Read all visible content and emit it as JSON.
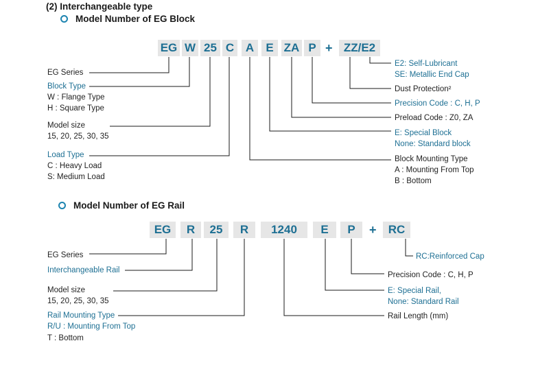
{
  "heading": "(2) Interchangeable type",
  "block": {
    "title": "Model Number of EG Block",
    "codes": [
      "EG",
      "W",
      "25",
      "C",
      "A",
      "E",
      "ZA",
      "P",
      "+",
      "ZZ/E2"
    ],
    "labels": {
      "series": "EG Series",
      "block_type": "Block Type",
      "block_type_w": "W : Flange Type",
      "block_type_h": "H : Square Type",
      "model_size": "Model size",
      "model_size_vals": "15, 20, 25, 30, 35",
      "load_type": "Load Type",
      "load_c": "C : Heavy Load",
      "load_s": "S: Medium Load",
      "e2": "E2: Self-Lubricant",
      "se": "SE: Metallic End Cap",
      "dust": "Dust Protection²",
      "precision": "Precision Code : C, H, P",
      "preload": "Preload Code : Z0, ZA",
      "e_special": "E: Special Block",
      "none_standard": "None: Standard block",
      "mounting": "Block Mounting Type",
      "mounting_a": "A : Mounting From Top",
      "mounting_b": "B : Bottom"
    }
  },
  "rail": {
    "title": "Model Number of EG Rail",
    "codes": [
      "EG",
      "R",
      "25",
      "R",
      "1240",
      "E",
      "P",
      "+",
      "RC"
    ],
    "labels": {
      "series": "EG Series",
      "interchangeable": "Interchangeable Rail",
      "model_size": "Model size",
      "model_size_vals": "15, 20, 25, 30, 35",
      "mounting": "Rail Mounting Type",
      "mounting_ru": "R/U : Mounting From Top",
      "mounting_t": "T : Bottom",
      "rc": "RC:Reinforced Cap",
      "precision": "Precision Code : C, H, P",
      "e_special": "E: Special Rail,",
      "none_standard": "None: Standard Rail",
      "length": "Rail Length (mm)"
    }
  },
  "colors": {
    "accent": "#1d6f93",
    "box_bg": "#e6e6e6",
    "line": "#1a1a1a"
  }
}
